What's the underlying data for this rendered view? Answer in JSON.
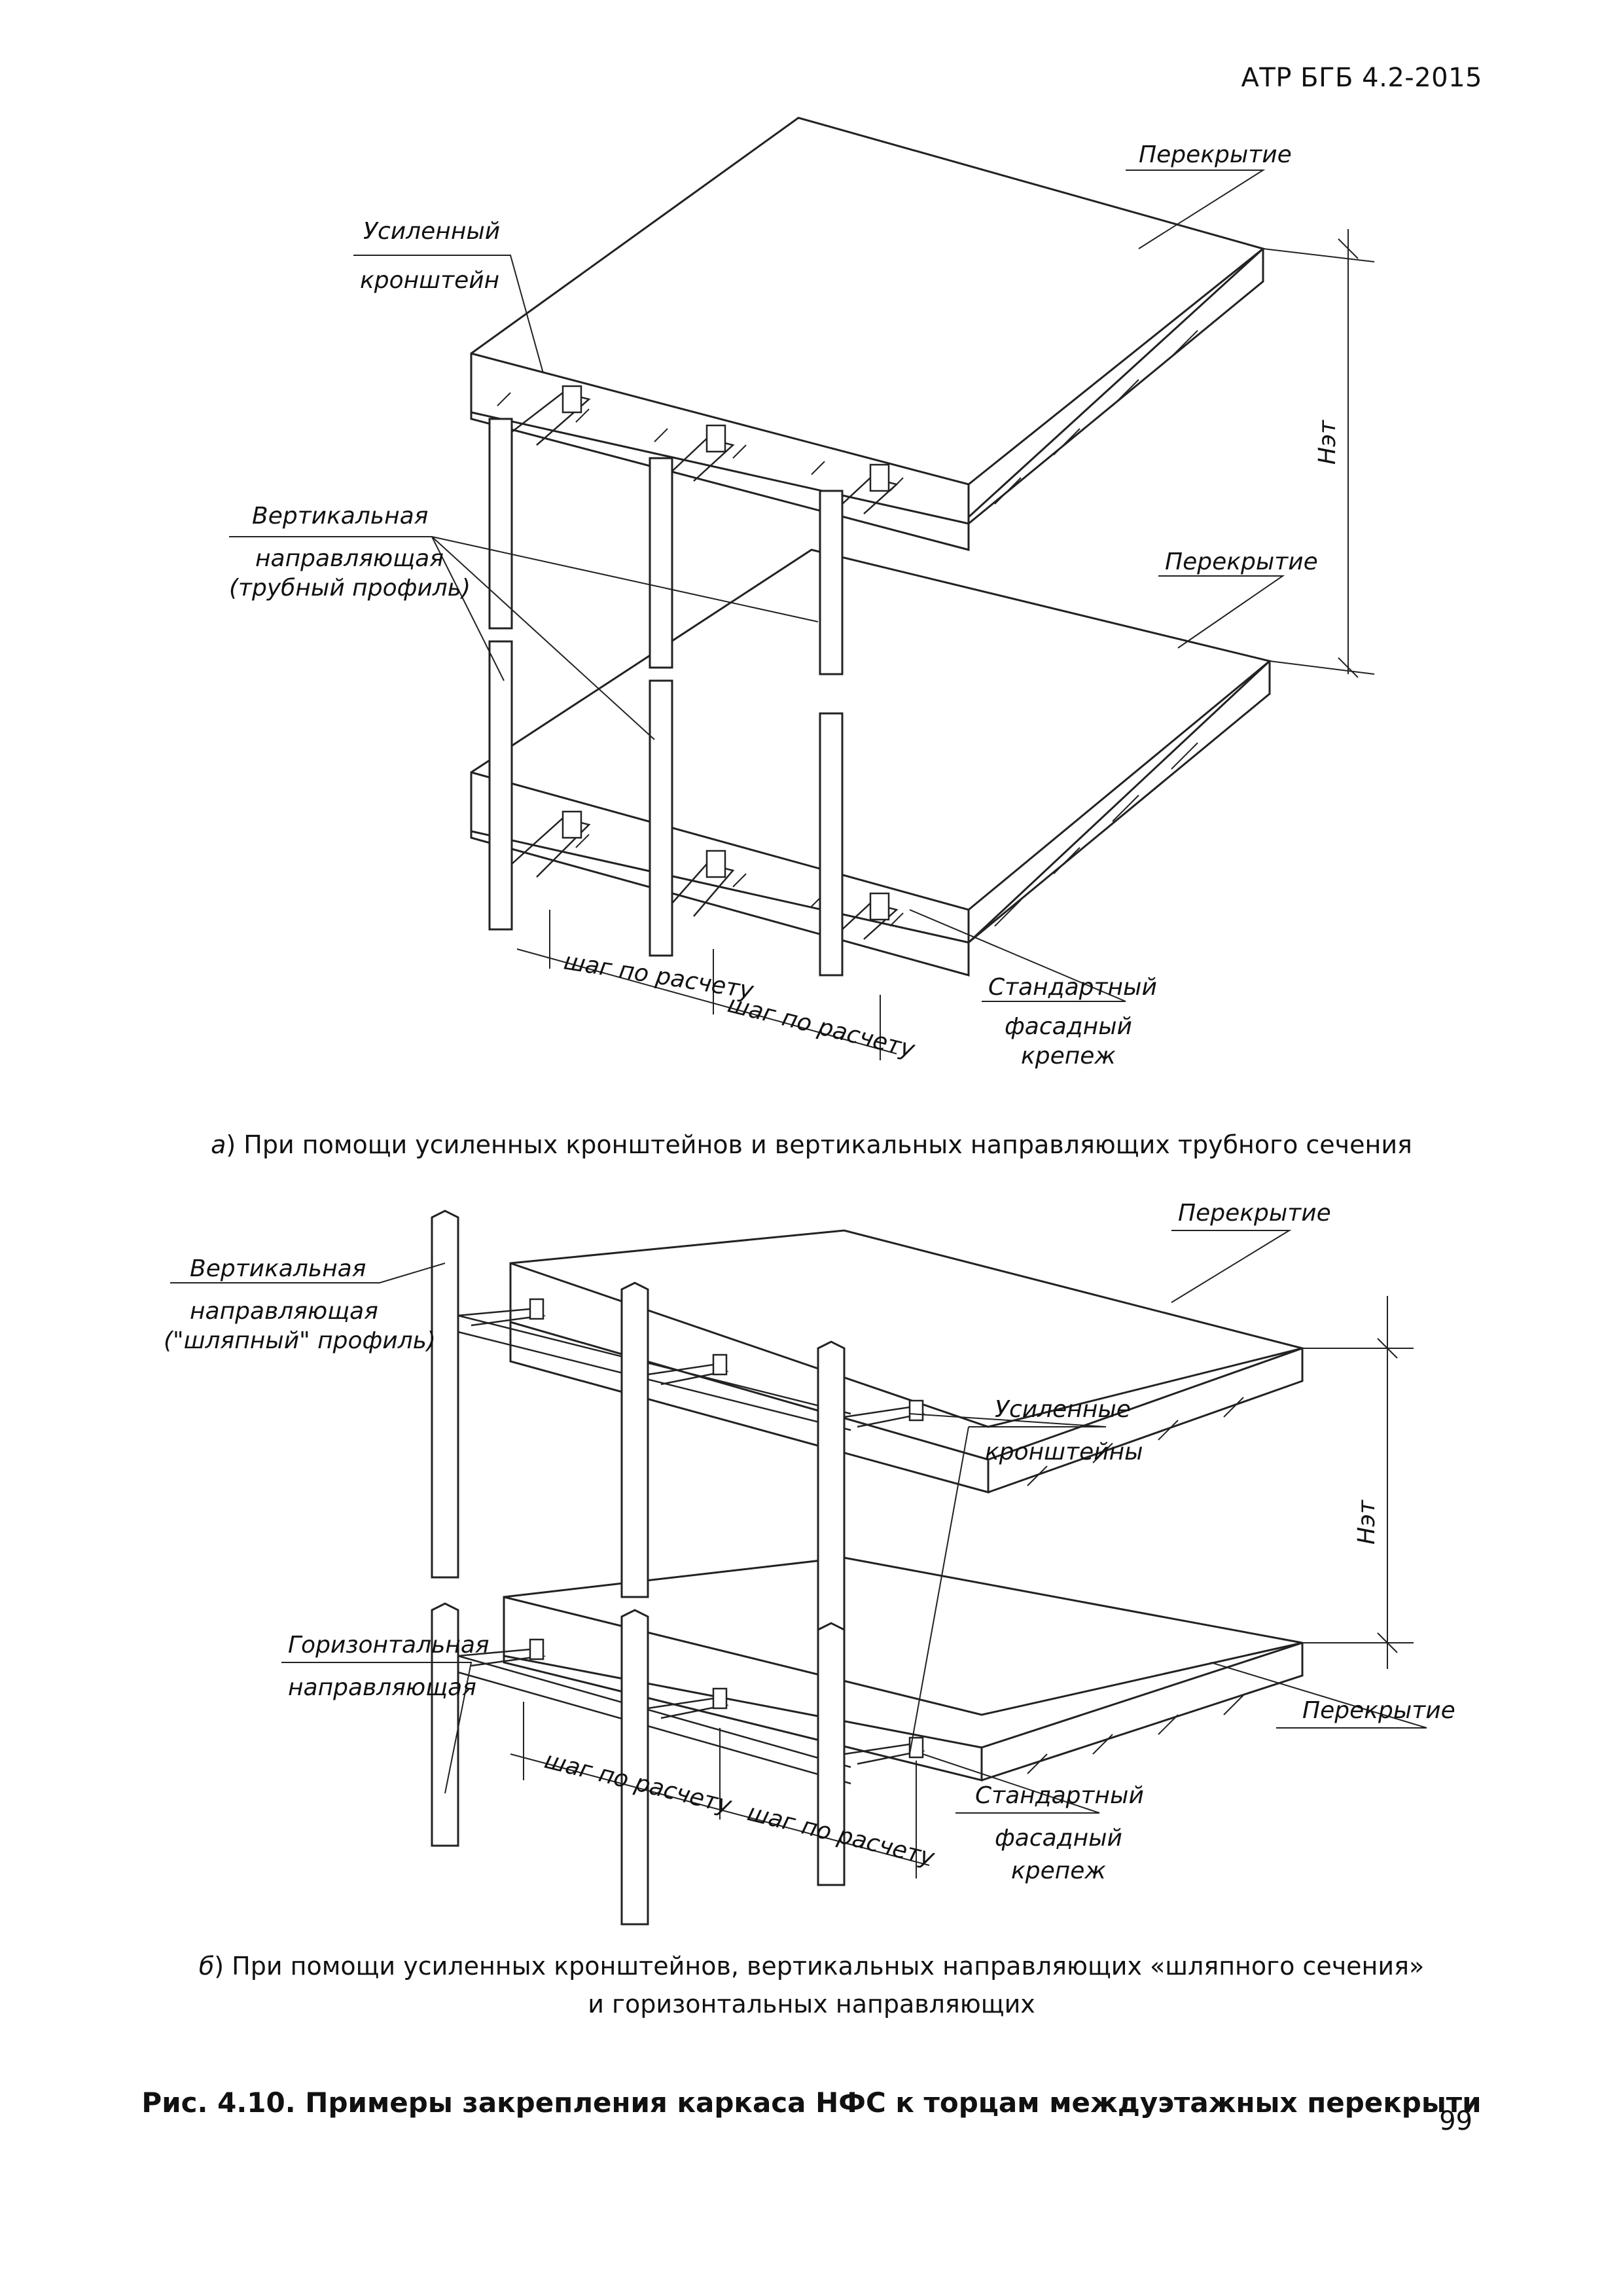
{
  "header": {
    "doc_ref": "АТР БГБ 4.2-2015"
  },
  "figure_a": {
    "labels": {
      "slab_top": "Перекрытие",
      "reinforced_bracket_line1": "Усиленный",
      "reinforced_bracket_line2": "кронштейн",
      "vertical_guide_line1": "Вертикальная",
      "vertical_guide_line2": "направляющая",
      "vertical_guide_line3": "(трубный профиль)",
      "slab_bottom": "Перекрытие",
      "floor_height": "Hэт",
      "step1": "шаг по расчету",
      "step2": "шаг по расчету",
      "fastener_line1": "Стандартный",
      "fastener_line2": "фасадный",
      "fastener_line3": "крепеж"
    },
    "caption_letter": "а",
    "caption_text": ") При помощи усиленных кронштейнов и вертикальных направляющих трубного сечения"
  },
  "figure_b": {
    "labels": {
      "slab_top": "Перекрытие",
      "vertical_guide_line1": "Вертикальная",
      "vertical_guide_line2": "направляющая",
      "vertical_guide_line3": "(\"шляпный\" профиль)",
      "brackets_line1": "Усиленные",
      "brackets_line2": "кронштейны",
      "floor_height": "Hэт",
      "horizontal_guide_line1": "Горизонтальная",
      "horizontal_guide_line2": "направляющая",
      "slab_bottom": "Перекрытие",
      "step1": "шаг по расчету",
      "step2": "шаг по расчету",
      "fastener_line1": "Стандартный",
      "fastener_line2": "фасадный",
      "fastener_line3": "крепеж"
    },
    "caption_letter": "б",
    "caption_line1": ") При помощи усиленных кронштейнов, вертикальных направляющих «шляпного сечения»",
    "caption_line2": "и горизонтальных направляющих"
  },
  "figure_title": "Рис. 4.10. Примеры закрепления каркаса НФС к торцам междуэтажных перекрыти",
  "page_number": "99"
}
